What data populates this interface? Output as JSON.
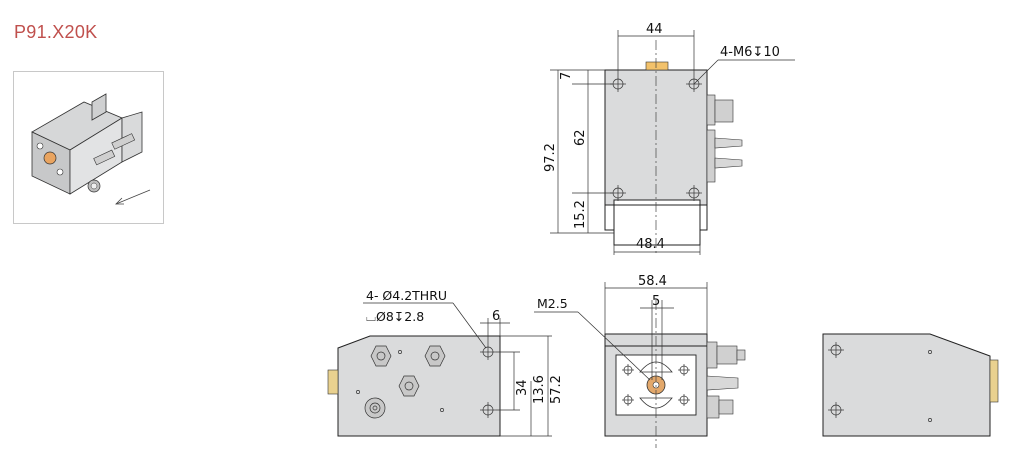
{
  "title": "P91.X20K",
  "icons": {
    "product_thumbnail": "isometric-part-icon",
    "mount_hole": "crosshair-hole-icon",
    "hose_fitting": "barbed-fitting-icon"
  },
  "colors": {
    "title": "#c0504d",
    "body": "#dadbdc",
    "line": "#222222",
    "accent_hole": "#e3a86b"
  },
  "top_view": {
    "dim_width_top": "44",
    "dim_thread": "4-M6↧10",
    "dim_offset": "7",
    "dim_hole_pitch": "62",
    "dim_total_height": "97.2",
    "dim_bottom": "15.2",
    "dim_width_bottom": "48.4"
  },
  "side_view": {
    "callout_holes": "4- Ø4.2THRU",
    "callout_counterbore": "⌴Ø8↧2.8",
    "dim_edge": "6",
    "dim_pitch": "34",
    "dim_offset": "13.6",
    "dim_height": "57.2"
  },
  "front_view": {
    "dim_width": "58.4",
    "dim_center": "5",
    "callout_thread": "M2.5"
  }
}
